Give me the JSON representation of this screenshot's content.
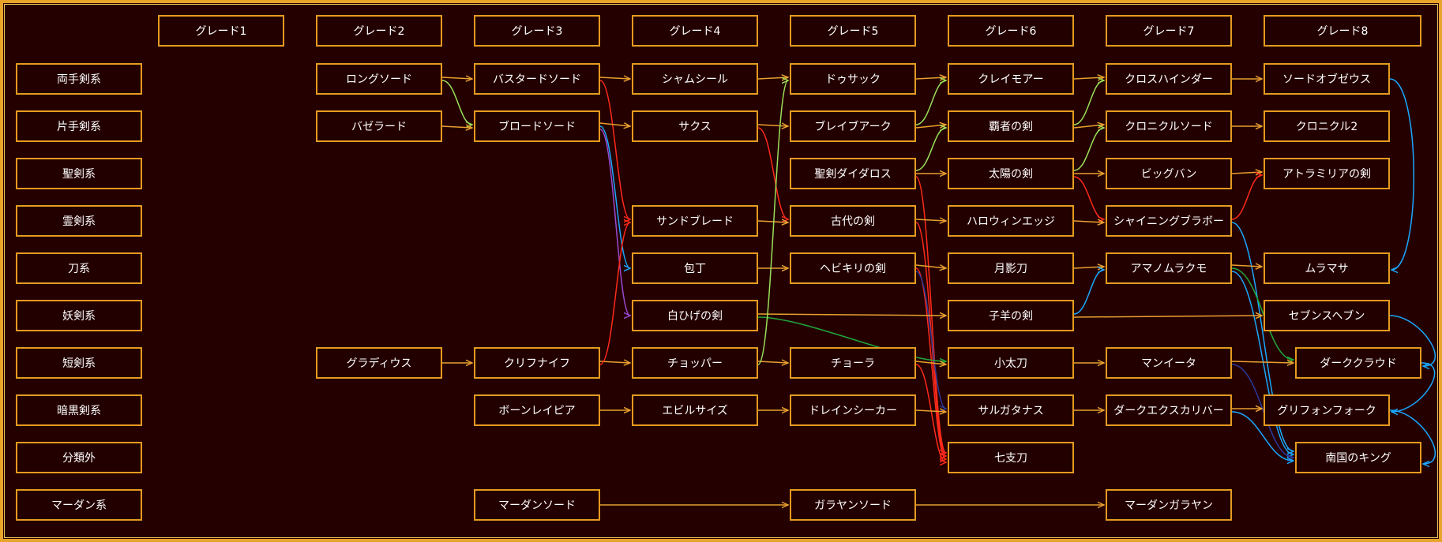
{
  "grade_headers": [
    "グレード1",
    "グレード2",
    "グレード3",
    "グレード4",
    "グレード5",
    "グレード6",
    "グレード7",
    "グレード8"
  ],
  "categories": [
    "両手剣系",
    "片手剣系",
    "聖剣系",
    "霊剣系",
    "刀系",
    "妖剣系",
    "短剣系",
    "暗黒剣系",
    "分類外",
    "マーダン系"
  ],
  "weapons": {
    "longsword": "ロングソード",
    "bastard": "バスタードソード",
    "shamshir": "シャムシール",
    "dussack": "ドゥサック",
    "claymore": "クレイモアー",
    "crosshinder": "クロスハインダー",
    "zeus": "ソードオブゼウス",
    "baselard": "バゼラード",
    "broad": "ブロードソード",
    "sax": "サクス",
    "bravearc": "ブレイブアーク",
    "hasha": "覇者の剣",
    "chroniclesword": "クロニクルソード",
    "chronicle2": "クロニクル2",
    "daedalus": "聖剣ダイダロス",
    "taiyou": "太陽の剣",
    "bigbang": "ビッグバン",
    "atoramiria": "アトラミリアの剣",
    "sandblade": "サンドブレード",
    "kodai": "古代の剣",
    "halloween": "ハロウィンエッジ",
    "shining": "シャイニングブラボー",
    "houchou": "包丁",
    "hebikiri": "ヘビキリの剣",
    "tsukikage": "月影刀",
    "amanomurakumo": "アマノムラクモ",
    "muramasa": "ムラマサ",
    "shirohige": "白ひげの剣",
    "kohitsuji": "子羊の剣",
    "sevens": "セブンスヘブン",
    "gladius": "グラディウス",
    "kurifu": "クリフナイフ",
    "chopper": "チョッパー",
    "chora": "チョーラ",
    "kodachi": "小太刀",
    "maneater": "マンイータ",
    "darkcloud": "ダーククラウド",
    "bonerapier": "ボーンレイピア",
    "evilscythe": "エビルサイズ",
    "drainseeker": "ドレインシーカー",
    "sargatanas": "サルガタナス",
    "darkexcalibur": "ダークエクスカリバー",
    "gryphonfork": "グリフォンフォーク",
    "shichishitou": "七支刀",
    "nangoku": "南国のキング",
    "mardansword": "マーダンソード",
    "garayansword": "ガラヤンソード",
    "mardangarayan": "マーダンガラヤン"
  },
  "colors": {
    "background": "#240000",
    "node_border": "#e69a20",
    "text": "#ffffff",
    "orange": "#e8a030",
    "red": "#ff2a1a",
    "lightgreen": "#9be05a",
    "green": "#1fa63a",
    "blue": "#1aa8ff",
    "purple": "#9a4ad0",
    "navy": "#2a3a9a"
  },
  "edges": [
    [
      "longsword",
      "bastard",
      "orange"
    ],
    [
      "longsword",
      "broad",
      "lightgreen"
    ],
    [
      "baselard",
      "broad",
      "orange"
    ],
    [
      "bastard",
      "shamshir",
      "orange"
    ],
    [
      "bastard",
      "sandblade",
      "red"
    ],
    [
      "shamshir",
      "dussack",
      "orange"
    ],
    [
      "dussack",
      "claymore",
      "orange"
    ],
    [
      "claymore",
      "crosshinder",
      "orange"
    ],
    [
      "crosshinder",
      "zeus",
      "orange"
    ],
    [
      "broad",
      "sax",
      "orange"
    ],
    [
      "broad",
      "houchou",
      "blue"
    ],
    [
      "broad",
      "shirohige",
      "purple"
    ],
    [
      "sax",
      "bravearc",
      "orange"
    ],
    [
      "sax",
      "kodai",
      "red"
    ],
    [
      "bravearc",
      "claymore",
      "lightgreen"
    ],
    [
      "bravearc",
      "hasha",
      "orange"
    ],
    [
      "hasha",
      "crosshinder",
      "lightgreen"
    ],
    [
      "hasha",
      "chroniclesword",
      "orange"
    ],
    [
      "chroniclesword",
      "chronicle2",
      "orange"
    ],
    [
      "daedalus",
      "hasha",
      "lightgreen"
    ],
    [
      "daedalus",
      "taiyou",
      "orange"
    ],
    [
      "daedalus",
      "shichishitou",
      "red"
    ],
    [
      "taiyou",
      "chroniclesword",
      "lightgreen"
    ],
    [
      "taiyou",
      "bigbang",
      "orange"
    ],
    [
      "taiyou",
      "shining",
      "red"
    ],
    [
      "bigbang",
      "atoramiria",
      "orange"
    ],
    [
      "shining",
      "atoramiria",
      "red"
    ],
    [
      "shining",
      "nangoku",
      "blue"
    ],
    [
      "sandblade",
      "kodai",
      "orange"
    ],
    [
      "kodai",
      "halloween",
      "orange"
    ],
    [
      "kodai",
      "shichishitou",
      "red"
    ],
    [
      "halloween",
      "shining",
      "orange"
    ],
    [
      "houchou",
      "hebikiri",
      "orange"
    ],
    [
      "hebikiri",
      "tsukikage",
      "orange"
    ],
    [
      "hebikiri",
      "shichishitou",
      "red"
    ],
    [
      "hebikiri",
      "sargatanas",
      "navy"
    ],
    [
      "tsukikage",
      "amanomurakumo",
      "orange"
    ],
    [
      "amanomurakumo",
      "muramasa",
      "orange"
    ],
    [
      "amanomurakumo",
      "darkcloud",
      "green"
    ],
    [
      "amanomurakumo",
      "nangoku",
      "blue"
    ],
    [
      "shirohige",
      "kohitsuji",
      "orange"
    ],
    [
      "shirohige",
      "kodachi",
      "green"
    ],
    [
      "kohitsuji",
      "amanomurakumo",
      "blue"
    ],
    [
      "kohitsuji",
      "sevens",
      "orange"
    ],
    [
      "gladius",
      "kurifu",
      "orange"
    ],
    [
      "kurifu",
      "chopper",
      "orange"
    ],
    [
      "kurifu",
      "sandblade",
      "red"
    ],
    [
      "chopper",
      "chora",
      "orange"
    ],
    [
      "chopper",
      "dussack",
      "lightgreen"
    ],
    [
      "chora",
      "kodachi",
      "orange"
    ],
    [
      "chora",
      "shichishitou",
      "red"
    ],
    [
      "kodachi",
      "maneater",
      "orange"
    ],
    [
      "maneater",
      "darkcloud",
      "orange"
    ],
    [
      "maneater",
      "nangoku",
      "navy"
    ],
    [
      "bonerapier",
      "evilscythe",
      "orange"
    ],
    [
      "evilscythe",
      "drainseeker",
      "orange"
    ],
    [
      "drainseeker",
      "sargatanas",
      "orange"
    ],
    [
      "sargatanas",
      "darkexcalibur",
      "orange"
    ],
    [
      "darkexcalibur",
      "gryphonfork",
      "orange"
    ],
    [
      "darkexcalibur",
      "nangoku",
      "blue"
    ],
    [
      "zeus",
      "muramasa",
      "blue"
    ],
    [
      "sevens",
      "darkcloud",
      "blue"
    ],
    [
      "darkcloud",
      "gryphonfork",
      "blue"
    ],
    [
      "gryphonfork",
      "nangoku",
      "blue"
    ],
    [
      "mardansword",
      "garayansword",
      "orange"
    ],
    [
      "garayansword",
      "mardangarayan",
      "orange"
    ]
  ]
}
